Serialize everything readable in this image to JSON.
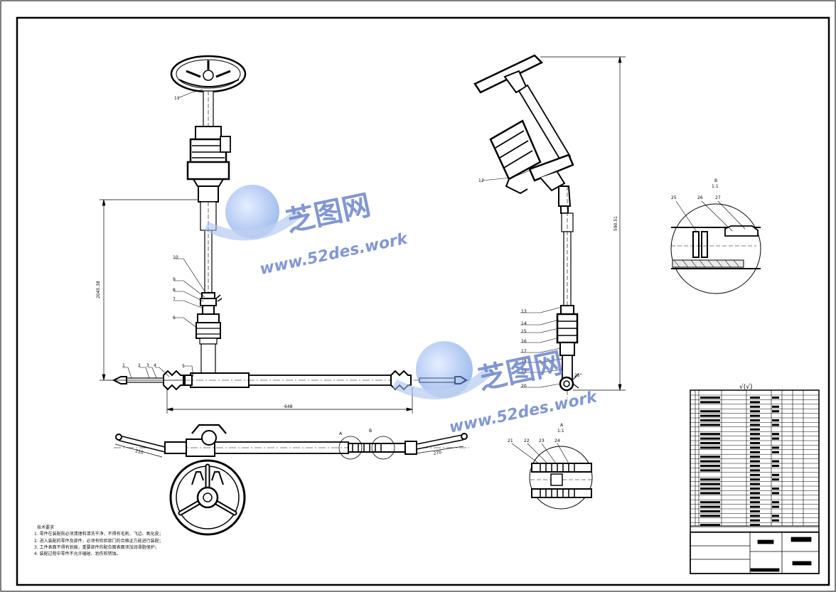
{
  "drawing": {
    "title": "转向系统装配图",
    "dims": {
      "column_height": "2045.38",
      "shaft_length": "648",
      "side_height": "590.51",
      "left_link": "210",
      "right_link": "270",
      "side_angle": "25°"
    },
    "detail_B": {
      "label": "B",
      "scale": "1:1"
    },
    "detail_A": {
      "label": "A",
      "scale": "1:1"
    },
    "roughness": "√(√)",
    "balloons_front": [
      "11",
      "10",
      "9",
      "8",
      "7",
      "6",
      "5",
      "1",
      "2",
      "3",
      "4"
    ],
    "balloons_side": [
      "12",
      "13",
      "14",
      "15",
      "16",
      "17",
      "18",
      "19",
      "20"
    ],
    "balloons_B": [
      "25",
      "26",
      "27"
    ],
    "balloons_A": [
      "21",
      "22",
      "23",
      "24"
    ],
    "plan_markers": [
      "A",
      "B"
    ]
  },
  "watermark": {
    "brand": "芝图网",
    "url": "www.52des.work"
  },
  "notes": {
    "heading": "技术要求",
    "lines": [
      "1. 零件在装配前必须清理和清洗干净，不得有毛刺、飞边、氧化皮；",
      "2. 进入装配的零件及部件，必须有检验部门的合格证方能进行装配；",
      "3. 工件表面不得有划痕，重要部件的配合面表面须加润滑脂保护；",
      "4. 装配过程中零件不允许磕碰、划伤和锈蚀。"
    ]
  }
}
